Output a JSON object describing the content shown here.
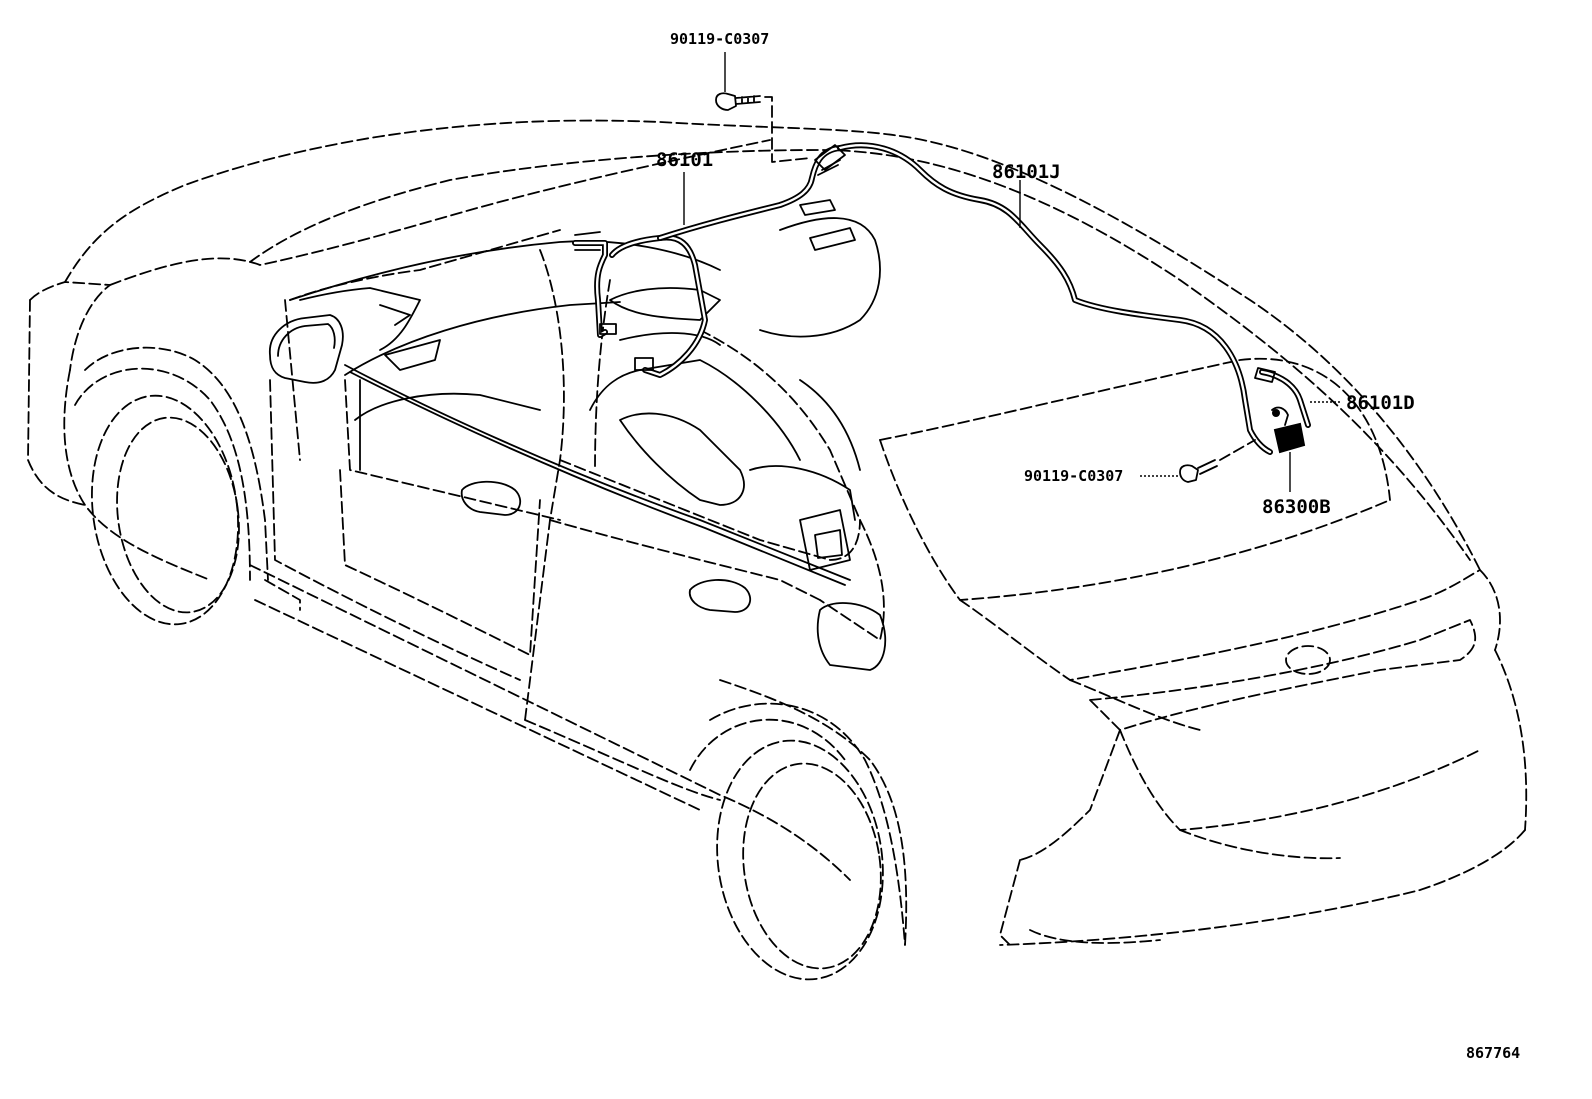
{
  "diagram": {
    "callouts": {
      "bolt_top": "90119-C0307",
      "wire_front": "86101",
      "wire_roof": "86101J",
      "wire_rear": "86101D",
      "bolt_rear": "90119-C0307",
      "antenna_module": "86300B"
    },
    "figure_number": "867764"
  }
}
